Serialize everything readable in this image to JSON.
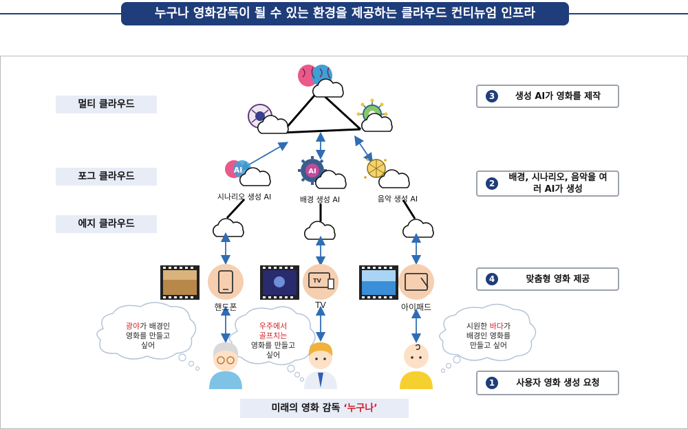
{
  "title": "누구나 영화감독이 될 수 있는 환경을 제공하는 클라우드 컨티뉴엄 인프라",
  "tiers": {
    "multi": "멀티 클라우드",
    "fog": "포그 클라우드",
    "edge": "에지 클라우드"
  },
  "steps": [
    {
      "num": "3",
      "text": "생성 AI가 영화를 제작"
    },
    {
      "num": "2",
      "text": "배경, 시나리오, 음악을 여러 AI가 생성"
    },
    {
      "num": "4",
      "text": "맞춤형 영화 제공"
    },
    {
      "num": "1",
      "text": "사용자 영화 생성 요청"
    }
  ],
  "fog_nodes": {
    "scenario": "시나리오 생성 AI",
    "background": "배경 생성 AI",
    "music": "음악 생성 AI"
  },
  "devices": {
    "phone": "핸드폰",
    "tv": "TV",
    "ipad": "아이패드"
  },
  "bubbles": {
    "left": {
      "highlight": "광야",
      "rest1": "가 배경인",
      "line2": "영화를 만들고",
      "line3": "싶어"
    },
    "middle": {
      "line1": "우주에서",
      "line2": "골프치는",
      "line3": "영화를 만들고",
      "line4": "싶어"
    },
    "right": {
      "line1a": "시원한 ",
      "highlight": "바다",
      "line1b": "가",
      "line2": "배경인 영화를",
      "line3": "만들고 싶어"
    }
  },
  "footer": {
    "prefix": "미래의 영화 감독 ",
    "highlight": "‘누구나’"
  },
  "colors": {
    "navy": "#1f3d7a",
    "arrow": "#2f6db5",
    "highlight": "#d0202a",
    "tier_bg": "#e8ecf6"
  }
}
